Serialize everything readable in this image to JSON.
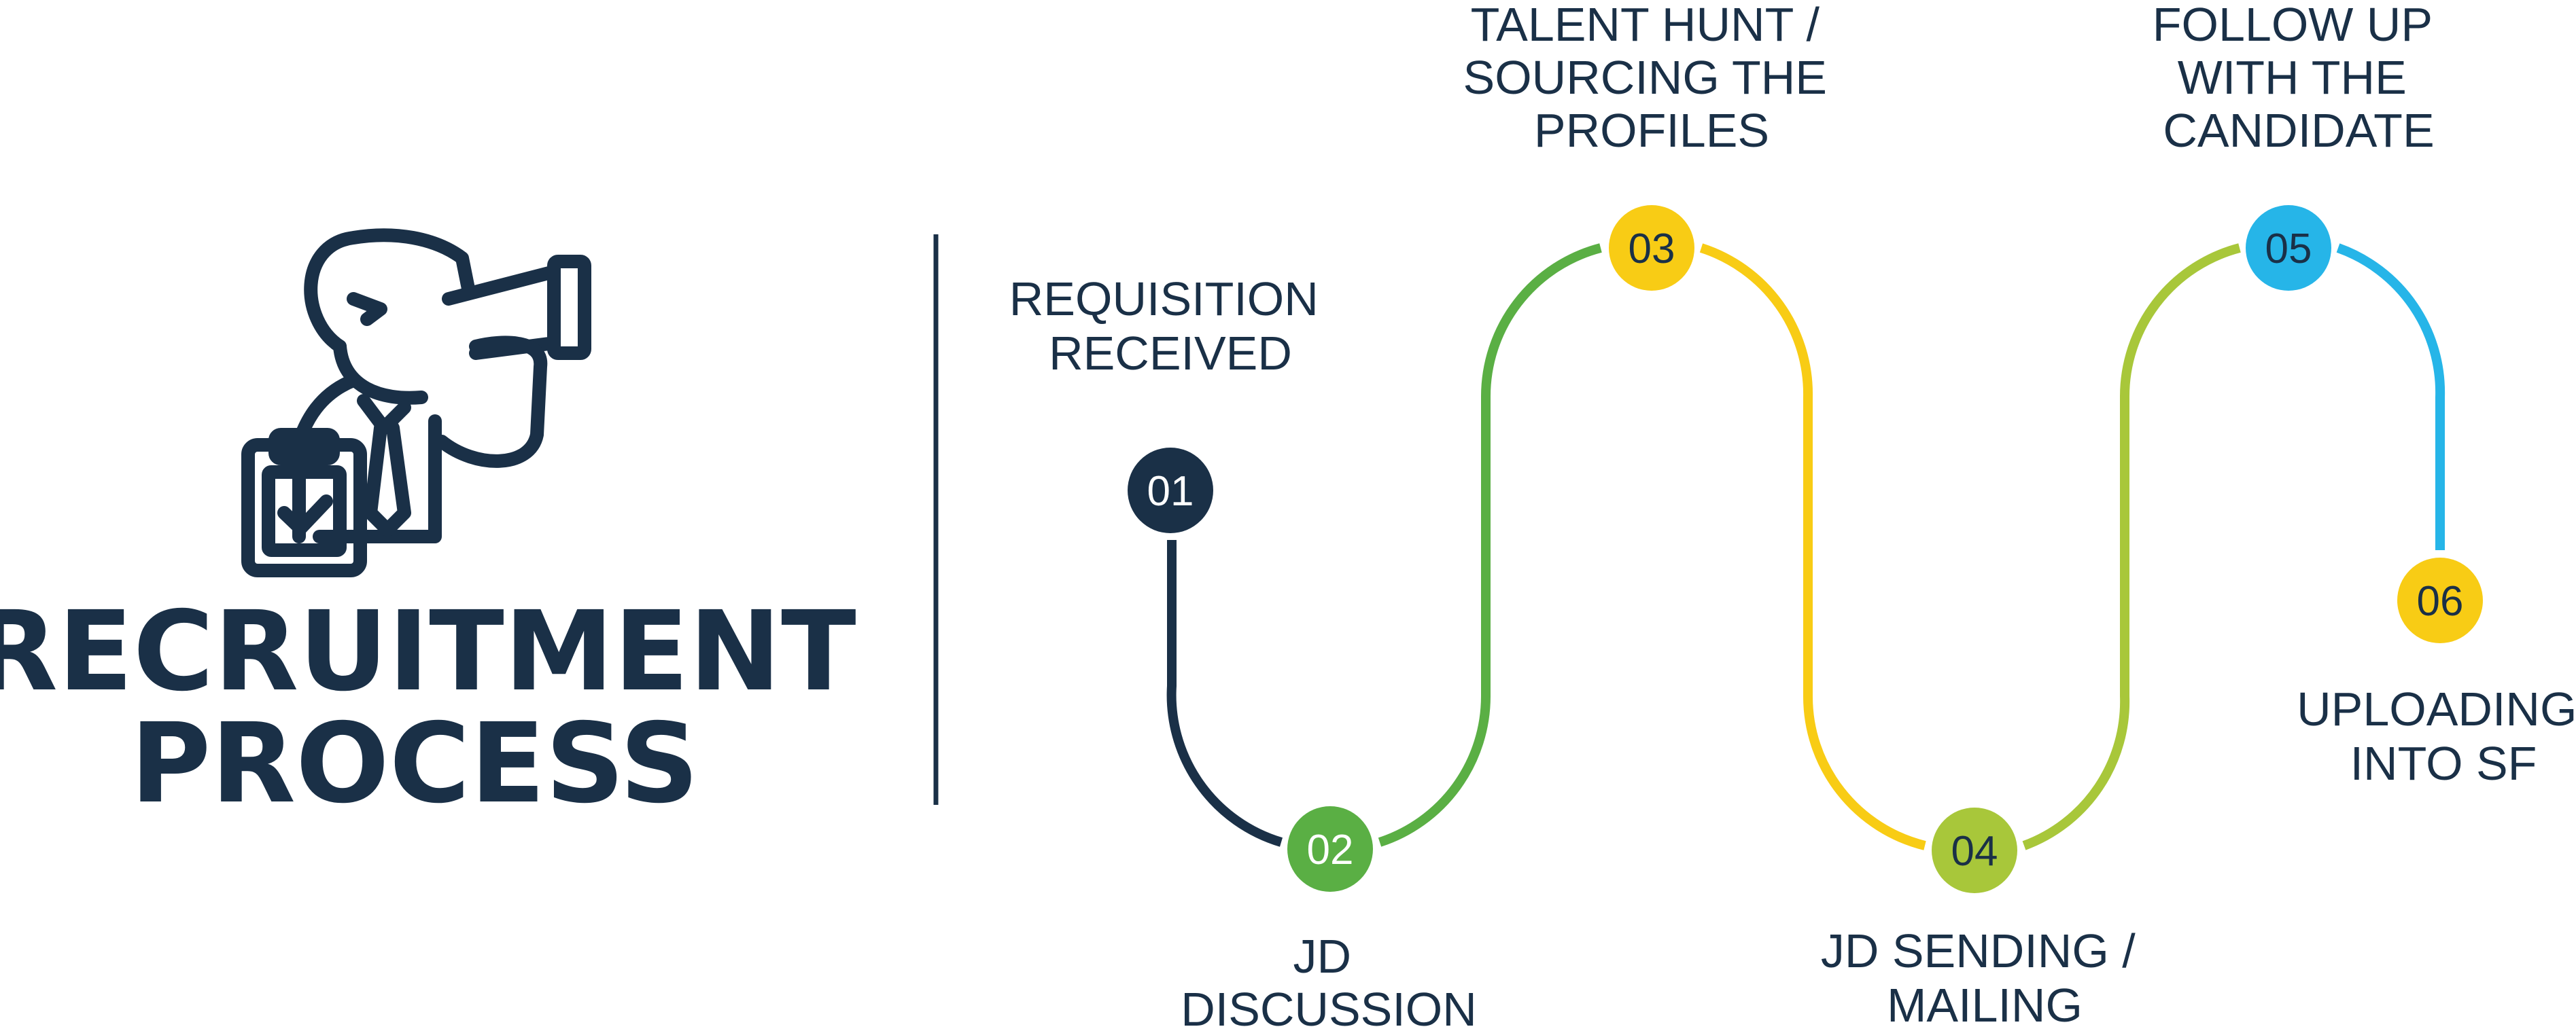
{
  "title": {
    "line1": "RECRUITMENT",
    "line2": "PROCESS"
  },
  "icons": {
    "hero": "recruiter-with-telescope-and-clipboard-icon"
  },
  "colors": {
    "navy": "#1a3047",
    "green": "#5aaf44",
    "yellow": "#f8cc15",
    "lime": "#a8c73a",
    "blue": "#26b5e8"
  },
  "steps": [
    {
      "number": "01",
      "label": [
        "REQUISITION",
        "RECEIVED"
      ],
      "color": "#1a3047",
      "text_color": "#ffffff"
    },
    {
      "number": "02",
      "label": [
        "JD",
        "DISCUSSION"
      ],
      "color": "#5aaf44",
      "text_color": "#ffffff"
    },
    {
      "number": "03",
      "label": [
        "TALENT HUNT /",
        "SOURCING THE",
        "PROFILES"
      ],
      "color": "#f8cc15",
      "text_color": "#1a3047"
    },
    {
      "number": "04",
      "label": [
        "JD SENDING /",
        "MAILING"
      ],
      "color": "#a8c73a",
      "text_color": "#1a3047"
    },
    {
      "number": "05",
      "label": [
        "FOLLOW UP",
        "WITH THE",
        "CANDIDATE"
      ],
      "color": "#26b5e8",
      "text_color": "#1a3047"
    },
    {
      "number": "06",
      "label": [
        "UPLOADING",
        "INTO SF"
      ],
      "color": "#f8cc15",
      "text_color": "#1a3047"
    }
  ]
}
